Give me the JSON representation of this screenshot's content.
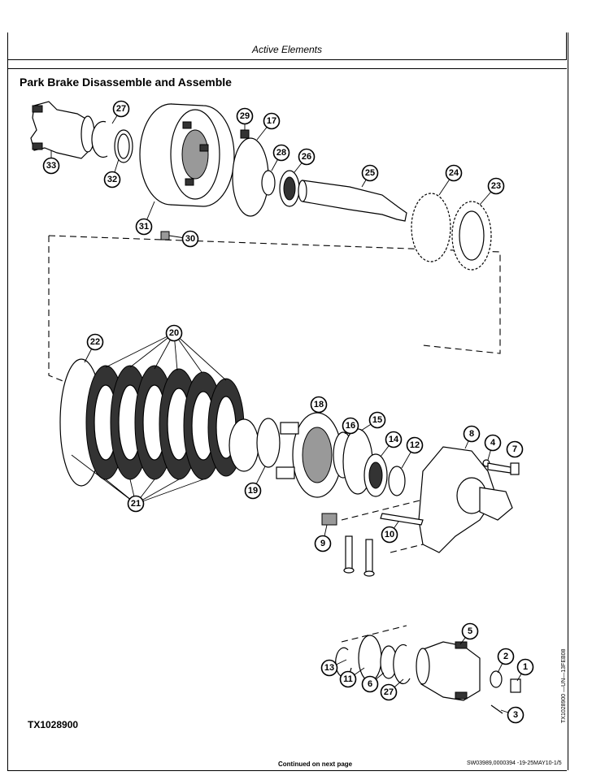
{
  "header": {
    "title": "Active Elements"
  },
  "section": {
    "title": "Park Brake Disassemble and Assemble"
  },
  "figure": {
    "id": "TX1028900",
    "side_code": "TX1028900 —UN—13FEB08",
    "callouts": {
      "c27a": "27",
      "c33": "33",
      "c32": "32",
      "c31": "31",
      "c30": "30",
      "c29": "29",
      "c17": "17",
      "c28": "28",
      "c26": "26",
      "c25": "25",
      "c24": "24",
      "c23": "23",
      "c22": "22",
      "c20": "20",
      "c21": "21",
      "c19": "19",
      "c18": "18",
      "c16": "16",
      "c15": "15",
      "c14": "14",
      "c12": "12",
      "c8": "8",
      "c4": "4",
      "c7": "7",
      "c9": "9",
      "c10": "10",
      "c5": "5",
      "c2": "2",
      "c1": "1",
      "c3": "3",
      "c13": "13",
      "c11": "11",
      "c6": "6",
      "c27b": "27"
    }
  },
  "footer": {
    "continued": "Continued on next page",
    "code": "SW03989,0000394 -19-25MAY10-1/5"
  }
}
